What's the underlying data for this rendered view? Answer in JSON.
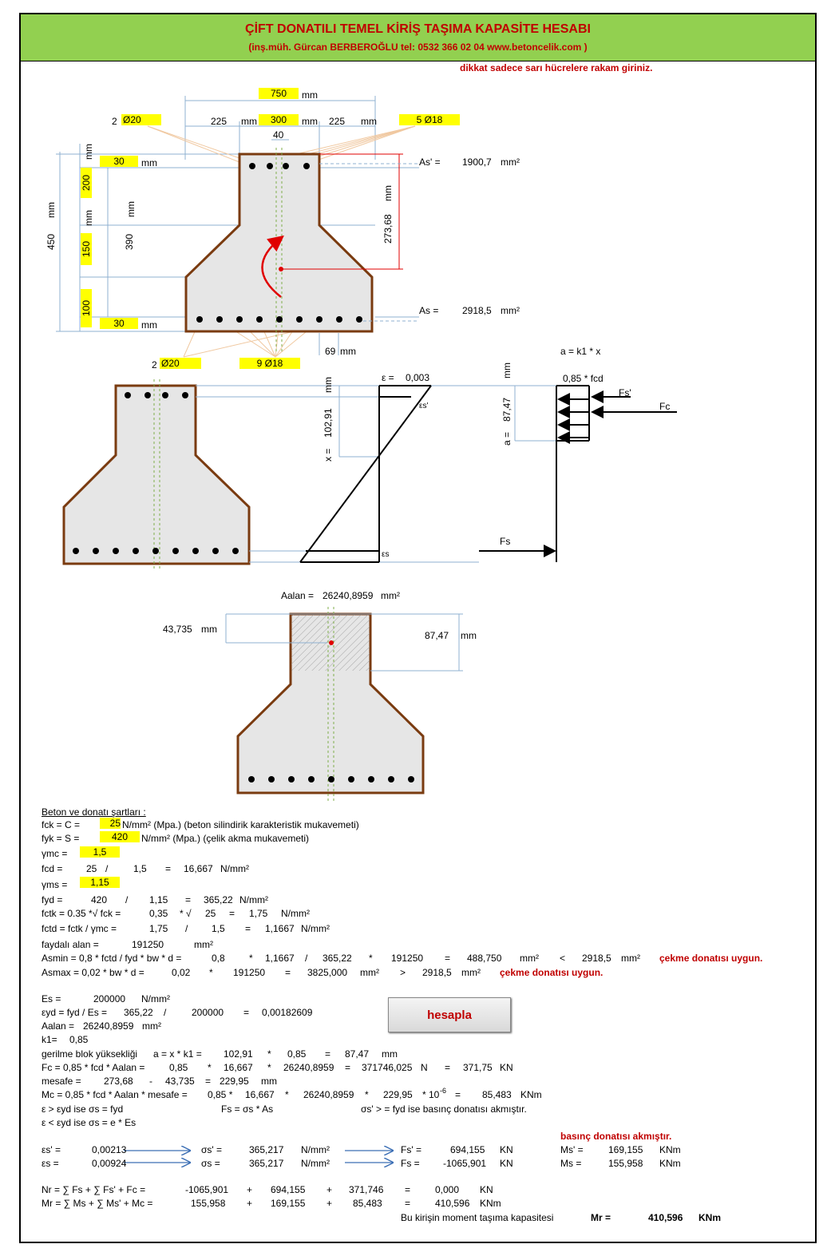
{
  "header": {
    "title": "ÇİFT DONATILI TEMEL KİRİŞ TAŞIMA KAPASİTE HESABI",
    "subtitle": "(inş.müh. Gürcan BERBEROĞLU tel: 0532 366 02 04    www.betoncelik.com )",
    "warning": "dikkat sadece sarı hücrelere rakam giriniz."
  },
  "section1": {
    "width_total": "750",
    "mm": "mm",
    "left_count": "2",
    "left_bar": "Ø20",
    "left_overhang": "225",
    "web_width": "300",
    "right_overhang": "225",
    "right_bar": "5 Ø18",
    "web_half": "40",
    "top_cover": "30",
    "top_height": "200",
    "mid_height": "150",
    "bot_height": "100",
    "bot_cover": "30",
    "total_height": "450",
    "d_height": "390",
    "lever_arm": "273,68",
    "as_prime_label": "As' =",
    "as_prime_value": "1900,7",
    "mm2": "mm²",
    "as_label": "As =",
    "as_value": "2918,5",
    "bar_spacing": "69",
    "bot_left_count": "2",
    "bot_left_bar": "Ø20",
    "bot_bar": "9  Ø18"
  },
  "section2": {
    "eps_label": "ε =",
    "eps_value": "0,003",
    "eps_s_prime": "εs'",
    "eps_s": "εs",
    "x_label": "x =",
    "x_value": "102,91",
    "mm": "mm",
    "a_label": "a =",
    "a_value": "87,47",
    "a_formula": "a = k1 * x",
    "fcd_label": "0,85 * fcd",
    "fs_prime": "Fs'",
    "fc": "Fc",
    "fs": "Fs"
  },
  "section3": {
    "aalan_label": "Aalan =",
    "aalan_value": "26240,8959",
    "mm2": "mm²",
    "centroid": "43,735",
    "block_height": "87,47",
    "mm": "mm"
  },
  "calc": {
    "heading": "Beton ve donatı şartları :",
    "fck_label": "fck = C =",
    "fck": "25",
    "fck_desc": "N/mm² (Mpa.) (beton silindirik karakteristik mukavemeti)",
    "fyk_label": "fyk = S =",
    "fyk": "420",
    "fyk_desc": "N/mm² (Mpa.) (çelik akma mukavemeti)",
    "gmc_label": "γmc =",
    "gmc": "1,5",
    "fcd_label": "fcd =",
    "fcd_a": "25",
    "slash": "/",
    "fcd_b": "1,5",
    "eq": "=",
    "fcd_r": "16,667",
    "nmm2": "N/mm²",
    "gms_label": "γms =",
    "gms": "1,15",
    "fyd_label": "fyd =",
    "fyd_a": "420",
    "fyd_b": "1,15",
    "fyd_r": "365,22",
    "fctk_label": "fctk = 0.35 *√ fck =",
    "fctk_a": "0,35",
    "fctk_op": "* √",
    "fctk_b": "25",
    "fctk_r": "1,75",
    "fctd_label": "fctd = fctk / γmc =",
    "fctd_a": "1,75",
    "fctd_b": "1,5",
    "fctd_r": "1,1667",
    "faydali_label": "faydalı alan     =",
    "faydali": "191250",
    "mm2": "mm²",
    "asmin_label": "Asmin = 0,8 * fctd / fyd * bw * d =",
    "asmin_a": "0,8",
    "star": "*",
    "asmin_b": "1,1667",
    "asmin_c": "365,22",
    "asmin_d": "191250",
    "asmin_r": "488,750",
    "lt": "<",
    "as_val": "2918,5",
    "asmin_ok": "çekme donatısı uygun.",
    "asmax_label": "Asmax = 0,02 * bw * d =",
    "asmax_a": "0,02",
    "asmax_b": "191250",
    "asmax_r": "3825,000",
    "gt": ">",
    "asmax_ok": "çekme donatısı uygun.",
    "es_label": "Es =",
    "es": "200000",
    "eyd_label": "εyd = fyd / Es =",
    "eyd_a": "365,22",
    "eyd_b": "200000",
    "eyd_r": "0,00182609",
    "aalan_label": "Aalan =",
    "aalan": "26240,8959",
    "k1_label": "k1=",
    "k1": "0,85",
    "blok_label": "gerilme blok yüksekliği",
    "blok_f": "a = x * k1 =",
    "blok_a": "102,91",
    "blok_b": "0,85",
    "blok_r": "87,47",
    "mm": "mm",
    "fc_label": "Fc = 0,85 * fcd * Aalan =",
    "fc_a": "0,85",
    "fc_b": "16,667",
    "fc_c": "26240,8959",
    "fc_r": "371746,025",
    "n": "N",
    "fc_kn": "371,75",
    "kn": "KN",
    "mesafe_label": "mesafe =",
    "mesafe_a": "273,68",
    "minus": "-",
    "mesafe_b": "43,735",
    "mesafe_r": "229,95",
    "mc_label": "Mc = 0,85 * fcd * Aalan * mesafe =",
    "mc_a": "0,85 *",
    "mc_b": "16,667",
    "mc_c": "26240,8959",
    "mc_d": "229,95",
    "mc_e": "* 10",
    "mc_exp": "-6",
    "mc_r": "85,483",
    "knm": "KNm",
    "rule1": "ε  >  εyd     ise     σs = fyd",
    "rule1b": "Fs = σs * As",
    "rule1c": "σs'  > = fyd  ise basınç donatısı akmıştır.",
    "rule2": "ε  <  εyd     ise     σs = e * Es",
    "basinc": "basınç donatısı akmıştır.",
    "esp_label": "εs' =",
    "esp": "0,00213",
    "sp_label": "σs' =",
    "sp": "365,217",
    "fsp_label": "Fs' =",
    "fsp": "694,155",
    "msp_label": "Ms' =",
    "msp": "169,155",
    "es2_label": "εs =",
    "es2": "0,00924",
    "s_label": "σs =",
    "s": "365,217",
    "fs_label": "Fs =",
    "fs": "-1065,901",
    "ms_label": "Ms =",
    "ms": "155,958",
    "nr_label": "Nr = ∑ Fs + ∑ Fs' + Fc =",
    "nr_a": "-1065,901",
    "plus": "+",
    "nr_b": "694,155",
    "nr_c": "371,746",
    "nr_r": "0,000",
    "mr_label": "Mr = ∑ Ms + ∑ Ms' + Mc =",
    "mr_a": "155,958",
    "mr_b": "169,155",
    "mr_c": "85,483",
    "mr_r": "410,596",
    "final_label": "Bu kirişin moment taşıma kapasitesi",
    "final_mr": "Mr =",
    "final_value": "410,596",
    "final_unit": "KNm",
    "button": "hesapla"
  }
}
